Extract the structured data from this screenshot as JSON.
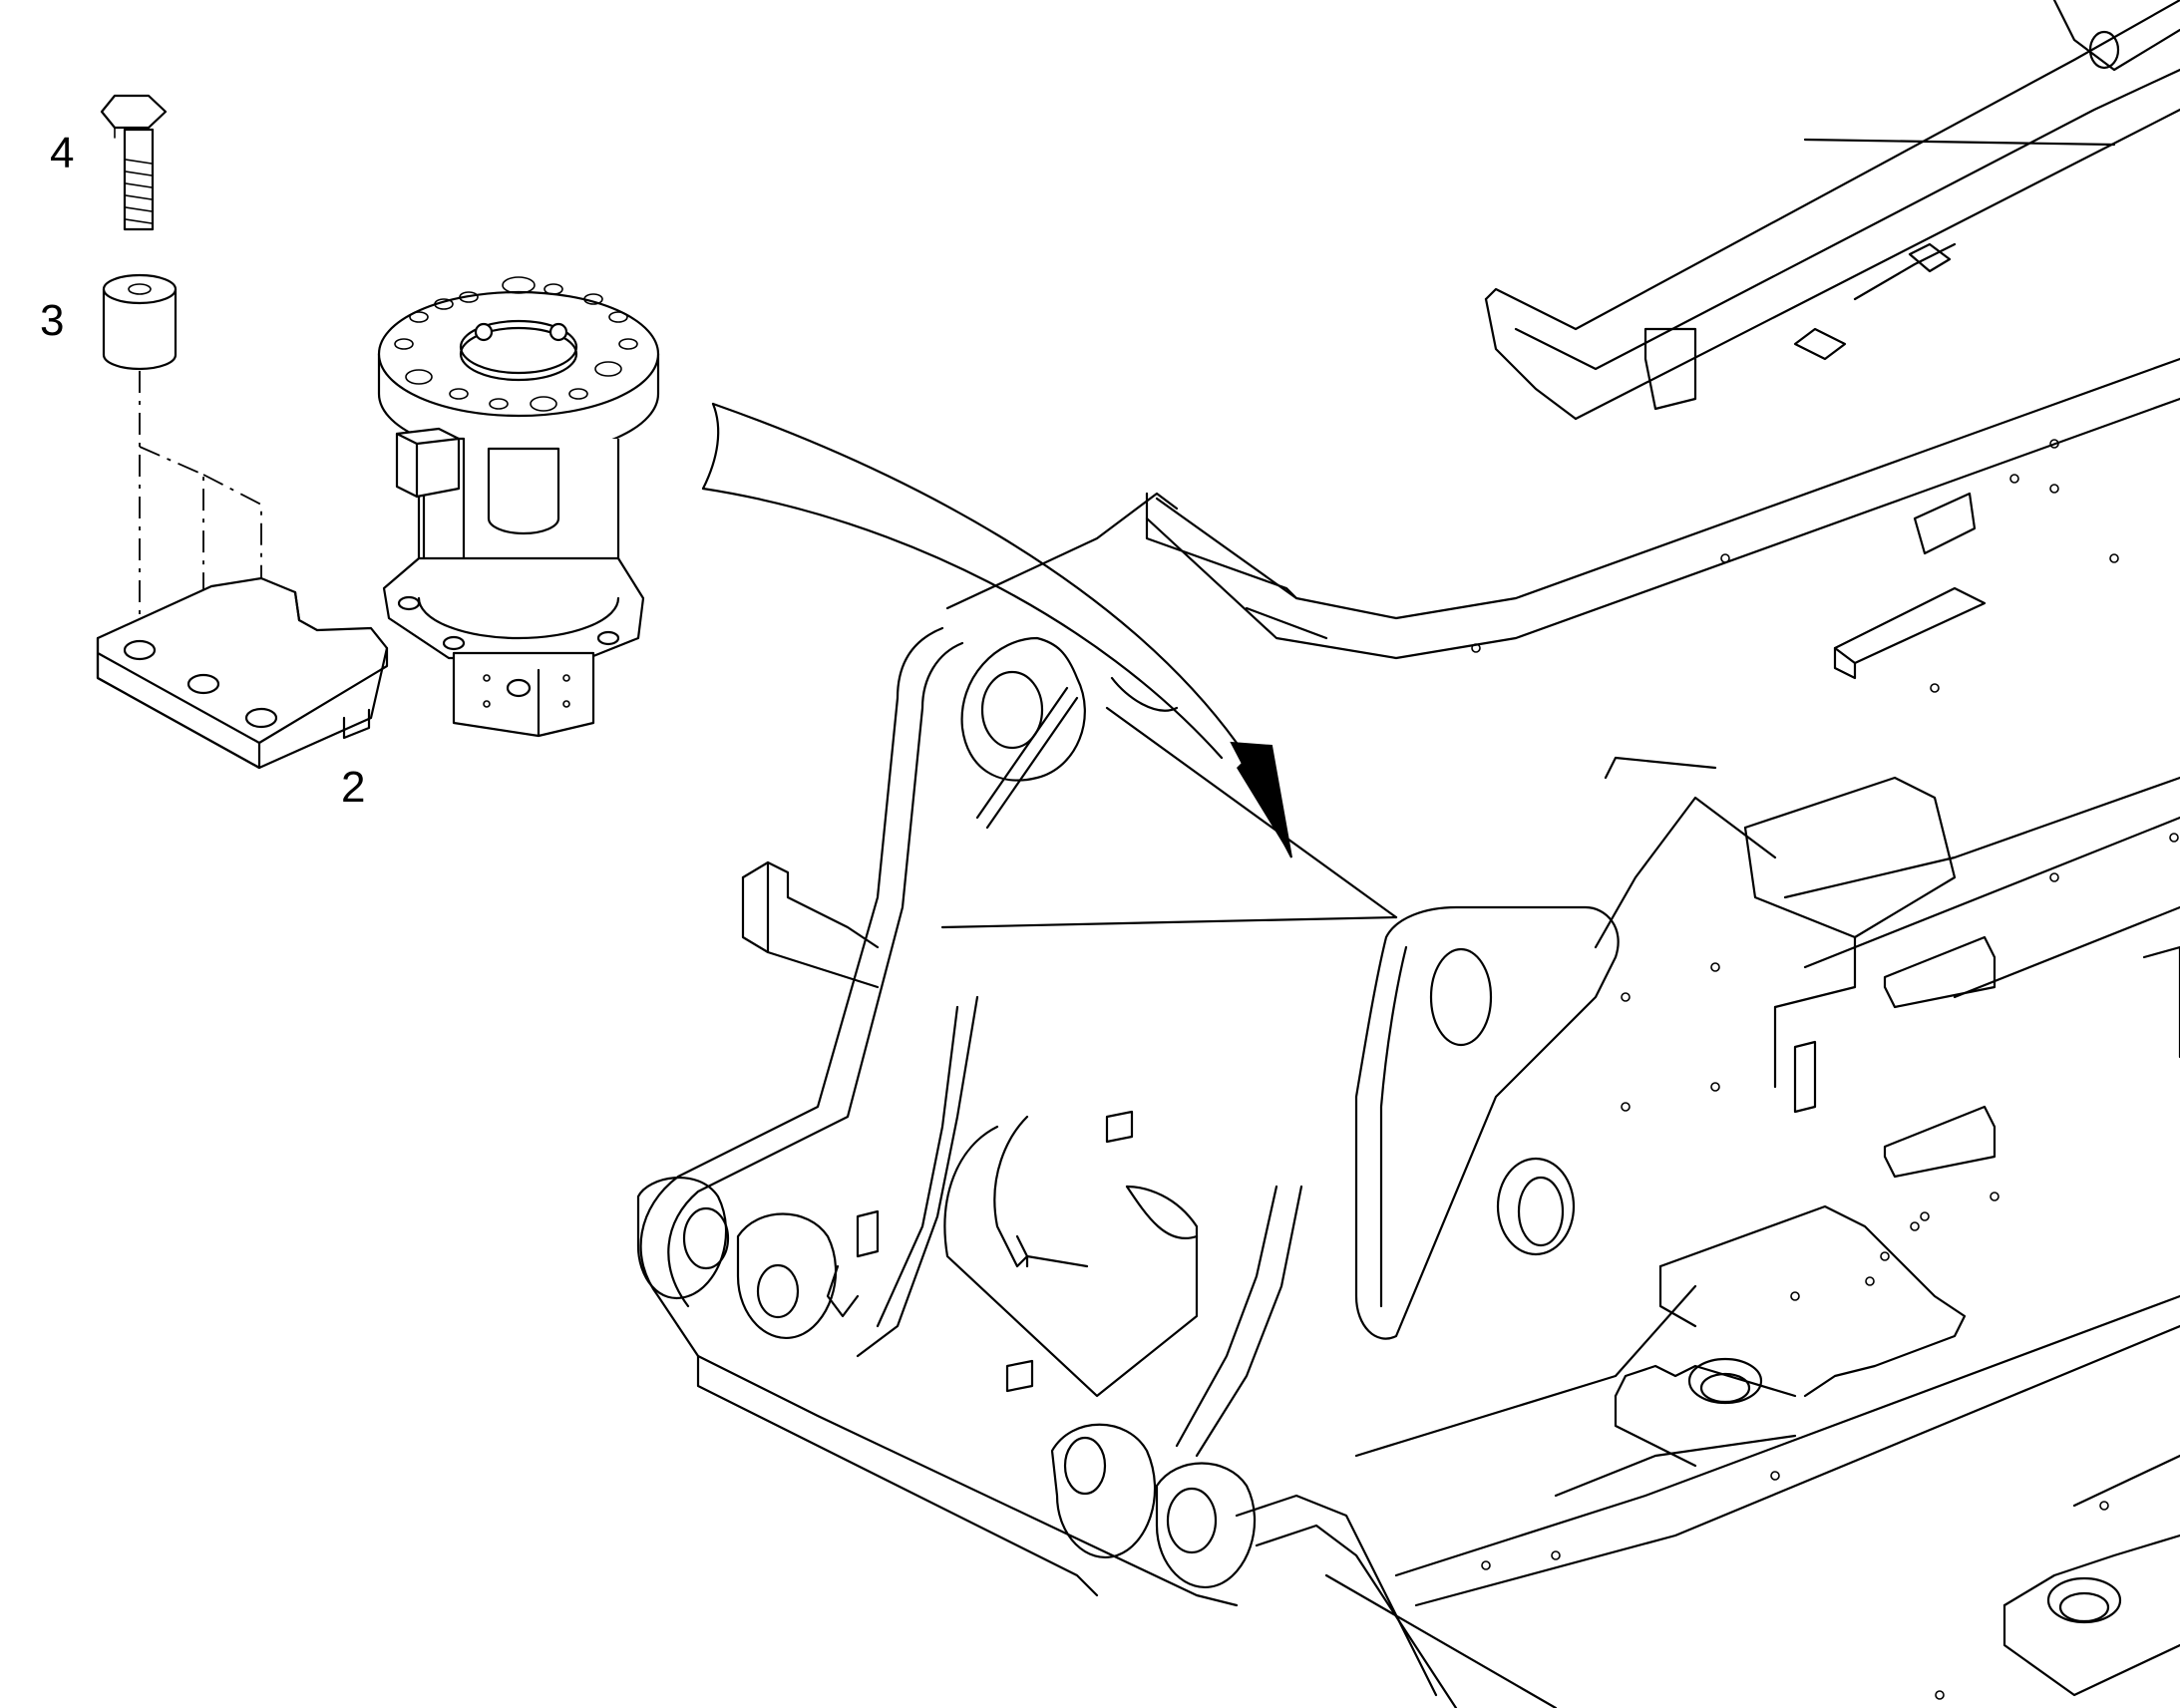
{
  "diagram": {
    "callouts": [
      {
        "id": "callout-4",
        "label": "4",
        "part": "bolt"
      },
      {
        "id": "callout-3",
        "label": "3",
        "part": "spacer-bushing"
      },
      {
        "id": "callout-2",
        "label": "2",
        "part": "mounting-plate"
      }
    ],
    "colors": {
      "line": "#000000",
      "background": "#ffffff"
    }
  }
}
